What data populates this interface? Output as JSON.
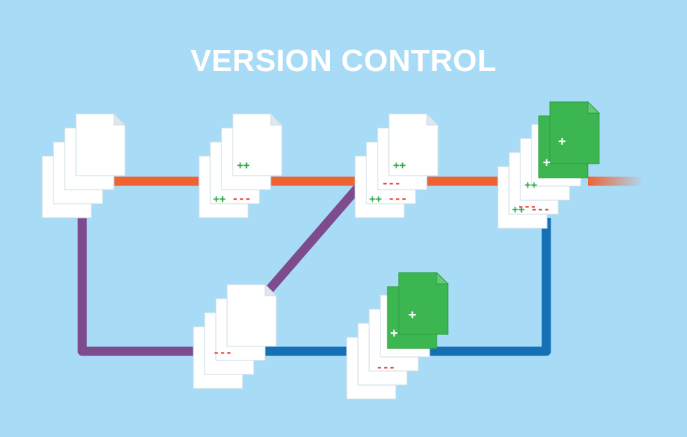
{
  "title": "VERSION CONTROL",
  "colors": {
    "background": "#a8dcf6",
    "page": "#ffffff",
    "page_edge": "#c9dce6",
    "page_fold": "#dfe7ec",
    "new_file": "#3cb651",
    "new_file_edge": "#2e9a43",
    "main_branch": "#f06232",
    "merge_branch": "#7d4b8e",
    "feature_branch": "#1670b5",
    "add_mark": "#2fa84a",
    "remove_mark": "#e8362e"
  },
  "marks": {
    "add_two": "++",
    "remove_three": "---",
    "plus": "+"
  },
  "nodes": [
    {
      "id": "commit-1",
      "label_lines": []
    },
    {
      "id": "commit-2",
      "label_lines": [
        "++",
        "++---"
      ]
    },
    {
      "id": "commit-3",
      "label_lines": [
        "++",
        "---",
        "++---"
      ]
    },
    {
      "id": "commit-4",
      "label_lines": [
        "+",
        "+",
        "++",
        "---",
        "++---"
      ],
      "new_files": 2
    },
    {
      "id": "branch-commit-1",
      "label_lines": [
        "---"
      ]
    },
    {
      "id": "branch-commit-2",
      "label_lines": [
        "+",
        "+",
        "---"
      ],
      "new_files": 2
    }
  ]
}
